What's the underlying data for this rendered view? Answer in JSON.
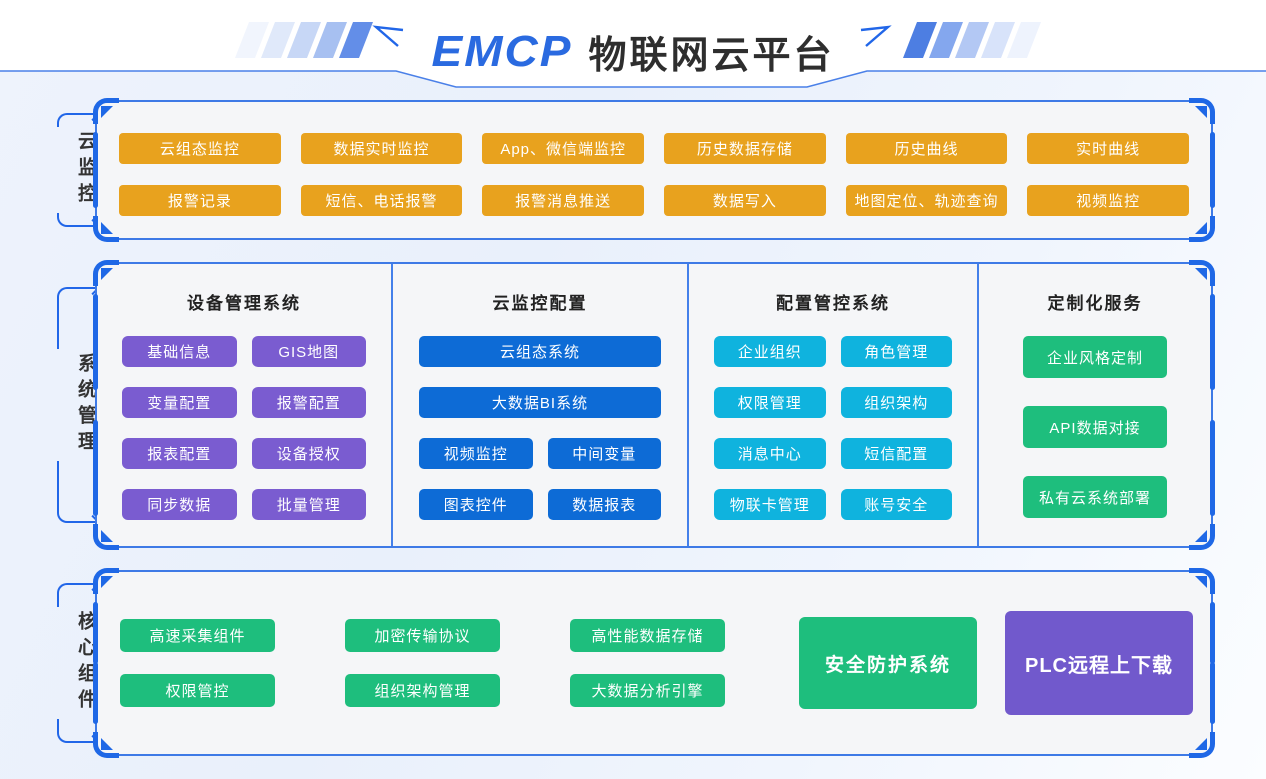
{
  "header": {
    "logo": "EMCP",
    "title": "物联网云平台"
  },
  "colors": {
    "frame_blue": "#1F68E6",
    "orange": "#E8A21E",
    "purple": "#7A5CD0",
    "blue": "#0D6BD6",
    "cyan": "#0FB3DE",
    "green": "#1EBE7D",
    "plc_purple": "#7159CC",
    "panel_bg": "#F5F6F8"
  },
  "cloud_monitoring": {
    "label": "云监控",
    "buttons": [
      "云组态监控",
      "数据实时监控",
      "App、微信端监控",
      "历史数据存储",
      "历史曲线",
      "实时曲线",
      "报警记录",
      "短信、电话报警",
      "报警消息推送",
      "数据写入",
      "地图定位、轨迹查询",
      "视频监控"
    ]
  },
  "system_management": {
    "label": "系统管理",
    "columns": [
      {
        "title": "设备管理系统",
        "buttons": [
          "基础信息",
          "GIS地图",
          "变量配置",
          "报警配置",
          "报表配置",
          "设备授权",
          "同步数据",
          "批量管理"
        ]
      },
      {
        "title": "云监控配置",
        "full_buttons": [
          "云组态系统",
          "大数据BI系统"
        ],
        "half_buttons": [
          "视频监控",
          "中间变量",
          "图表控件",
          "数据报表"
        ]
      },
      {
        "title": "配置管控系统",
        "buttons": [
          "企业组织",
          "角色管理",
          "权限管理",
          "组织架构",
          "消息中心",
          "短信配置",
          "物联卡管理",
          "账号安全"
        ]
      },
      {
        "title": "定制化服务",
        "buttons": [
          "企业风格定制",
          "API数据对接",
          "私有云系统部署"
        ]
      }
    ]
  },
  "core_components": {
    "label": "核心组件",
    "grid_buttons": [
      [
        "高速采集组件",
        "权限管控"
      ],
      [
        "加密传输协议",
        "组织架构管理"
      ],
      [
        "高性能数据存储",
        "大数据分析引擎"
      ]
    ],
    "big_buttons": [
      "安全防护系统",
      "PLC远程上下载"
    ]
  }
}
